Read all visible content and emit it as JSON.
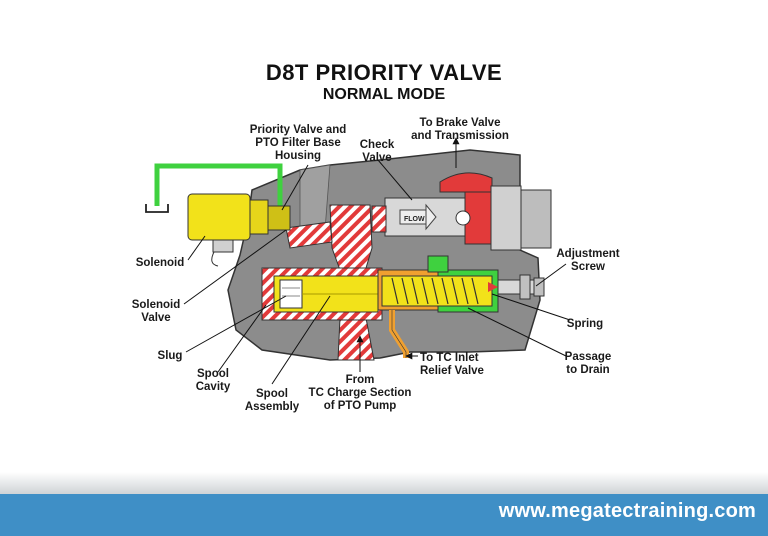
{
  "title": "D8T PRIORITY VALVE",
  "subtitle": "NORMAL MODE",
  "labels": {
    "pv_housing": [
      "Priority Valve and",
      "PTO Filter Base",
      "Housing"
    ],
    "check_valve": [
      "Check",
      "Valve"
    ],
    "brake": [
      "To Brake Valve",
      "and Transmission"
    ],
    "solenoid": [
      "Solenoid"
    ],
    "solenoid_valve": [
      "Solenoid",
      "Valve"
    ],
    "slug": [
      "Slug"
    ],
    "spool_cavity": [
      "Spool",
      "Cavity"
    ],
    "spool_assembly": [
      "Spool",
      "Assembly"
    ],
    "from_tc": [
      "From",
      "TC Charge Section",
      "of PTO Pump"
    ],
    "tc_inlet": [
      "To TC Inlet",
      "Relief Valve"
    ],
    "adjustment": [
      "Adjustment",
      "Screw"
    ],
    "spring": [
      "Spring"
    ],
    "passage": [
      "Passage",
      "to Drain"
    ]
  },
  "flow_text": "FLOW",
  "footer": {
    "url": "www.megatectraining.com"
  },
  "colors": {
    "housing": "#8c8c8c",
    "pressure_oil": "#e23a3a",
    "drain_oil": "#3fd13f",
    "spool": "#f2e21a",
    "slug": "#f0a030",
    "footer": "#3f8fc6"
  }
}
